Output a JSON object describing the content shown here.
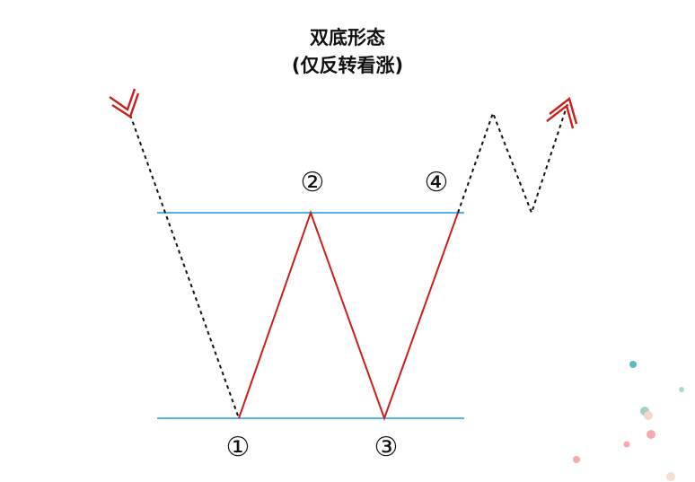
{
  "title_line1": "双底形态",
  "title_line2": "(仅反转看涨)",
  "labels": {
    "p1": "①",
    "p2": "②",
    "p3": "③",
    "p4": "④"
  },
  "colors": {
    "pattern": "#cc1f1a",
    "level": "#1a9ae0",
    "path": "#111111"
  }
}
